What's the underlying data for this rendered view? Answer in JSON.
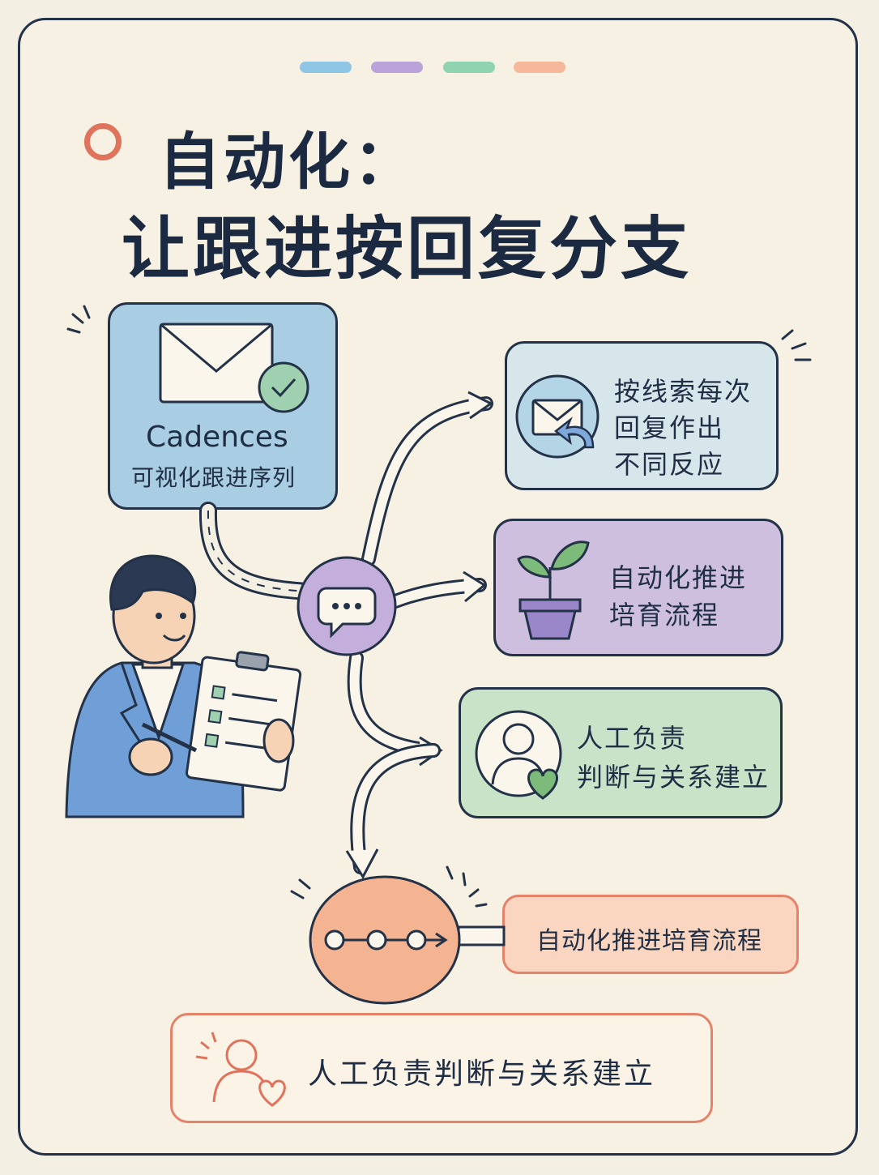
{
  "title": {
    "line1": "自动化：",
    "line2": "让跟进按回复分支"
  },
  "source": {
    "name": "Cadences",
    "subtitle": "可视化跟进序列"
  },
  "branches": [
    {
      "lines": [
        "按线索每次",
        "回复作出",
        "不同反应"
      ],
      "icon": "email-reply-icon"
    },
    {
      "lines": [
        "自动化推进",
        "培育流程"
      ],
      "icon": "plant-icon"
    },
    {
      "lines": [
        "人工负责",
        "判断与关系建立"
      ],
      "icon": "person-heart-icon"
    }
  ],
  "nurture": {
    "label": "自动化推进培育流程",
    "icon": "sequence-icon"
  },
  "human": {
    "label": "人工负责判断与关系建立",
    "icon": "person-heart-icon"
  },
  "colors": {
    "outline": "#243248",
    "blue": "#a9cde2",
    "purple": "#cfbfdf",
    "green": "#c9e3c8",
    "peach": "#fad6c0",
    "accent": "#e0735c"
  }
}
